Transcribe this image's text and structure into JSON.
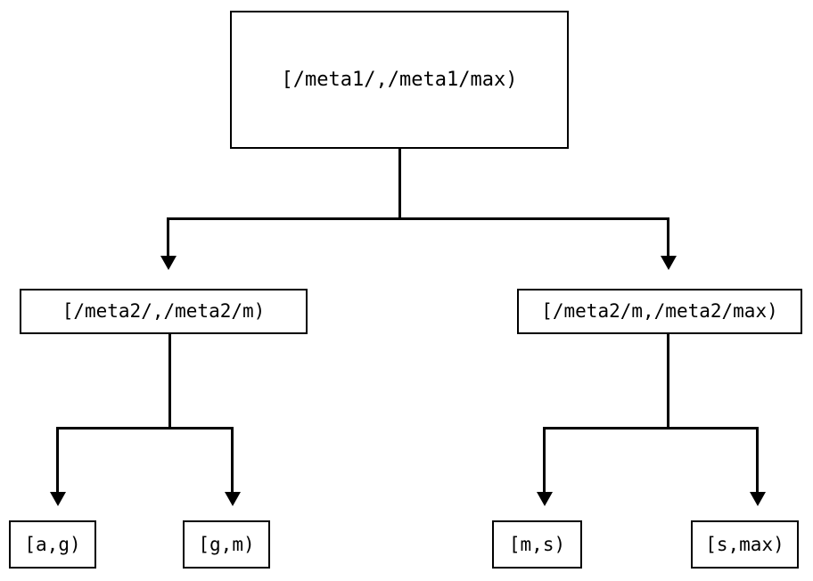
{
  "diagram": {
    "type": "tree",
    "orientation": "top-down",
    "background_color": "#ffffff",
    "line_color": "#000000",
    "text_color": "#000000",
    "box_fill": "#ffffff",
    "nodes": {
      "root": {
        "label": "[/meta1/,/meta1/max)",
        "level": 0
      },
      "mid_left": {
        "label": "[/meta2/,/meta2/m)",
        "level": 1
      },
      "mid_right": {
        "label": "[/meta2/m,/meta2/max)",
        "level": 1
      },
      "leaf_1": {
        "label": "[a,g)",
        "level": 2
      },
      "leaf_2": {
        "label": "[g,m)",
        "level": 2
      },
      "leaf_3": {
        "label": "[m,s)",
        "level": 2
      },
      "leaf_4": {
        "label": "[s,max)",
        "level": 2
      }
    },
    "edges": [
      {
        "from": "root",
        "to": "mid_left",
        "arrow": "down-triangle"
      },
      {
        "from": "root",
        "to": "mid_right",
        "arrow": "down-triangle"
      },
      {
        "from": "mid_left",
        "to": "leaf_1",
        "arrow": "down-triangle"
      },
      {
        "from": "mid_left",
        "to": "leaf_2",
        "arrow": "down-triangle"
      },
      {
        "from": "mid_right",
        "to": "leaf_3",
        "arrow": "down-triangle"
      },
      {
        "from": "mid_right",
        "to": "leaf_4",
        "arrow": "down-triangle"
      }
    ]
  }
}
